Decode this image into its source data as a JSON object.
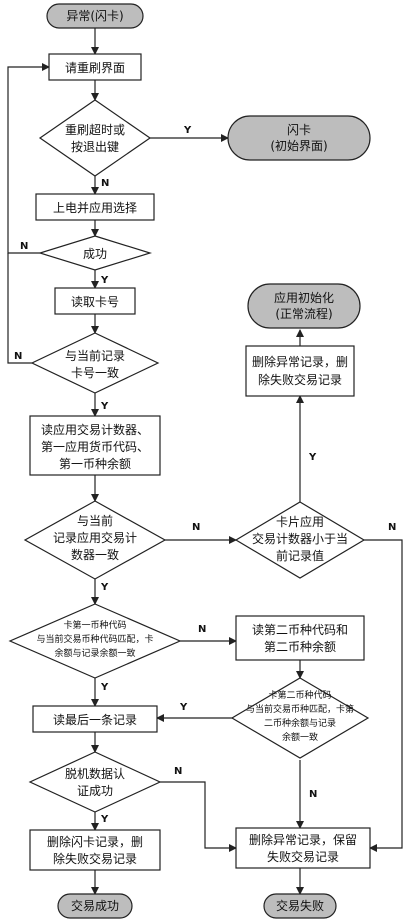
{
  "start": {
    "line1": "异常(闪卡)"
  },
  "flash_end": {
    "line1": "闪卡",
    "line2": "(初始界面)"
  },
  "app_init": {
    "line1": "应用初始化",
    "line2": "(正常流程)"
  },
  "success_end": {
    "line1": "交易成功"
  },
  "fail_end": {
    "line1": "交易失败"
  },
  "steps": {
    "reswipe": "请重刷界面",
    "power_on": "上电并应用选择",
    "read_card_no": "读取卡号",
    "read_counters": [
      "读应用交易计数器、",
      "第一应用货币代码、",
      "第一币种余额"
    ],
    "delete_abnormal": [
      "删除异常记录，删",
      "除失败交易记录"
    ],
    "read_second": [
      "读第二币种代码和",
      "第二币种余额"
    ],
    "read_last": "读最后一条记录",
    "delete_flash": [
      "删除闪卡记录，删",
      "除失败交易记录"
    ],
    "delete_keep": [
      "删除异常记录，保留",
      "失败交易记录"
    ]
  },
  "decisions": {
    "timeout": [
      "重刷超时或",
      "按退出键"
    ],
    "success": "成功",
    "card_match": [
      "与当前记录",
      "卡号一致"
    ],
    "counter_match": [
      "与当前",
      "记录应用交易计",
      "数器一致"
    ],
    "counter_less": [
      "卡片应用",
      "交易计数器小于当",
      "前记录值"
    ],
    "first_currency": [
      "卡第一币种代码",
      "与当前交易币种代码匹配，卡",
      "余额与记录余额一致"
    ],
    "second_currency": [
      "卡第二币种代码",
      "与当前交易币种匹配，卡第",
      "二币种余额与记录",
      "余额一致"
    ],
    "offline_auth": [
      "脱机数据认",
      "证成功"
    ]
  },
  "labels": {
    "yes": "Y",
    "no": "N"
  }
}
